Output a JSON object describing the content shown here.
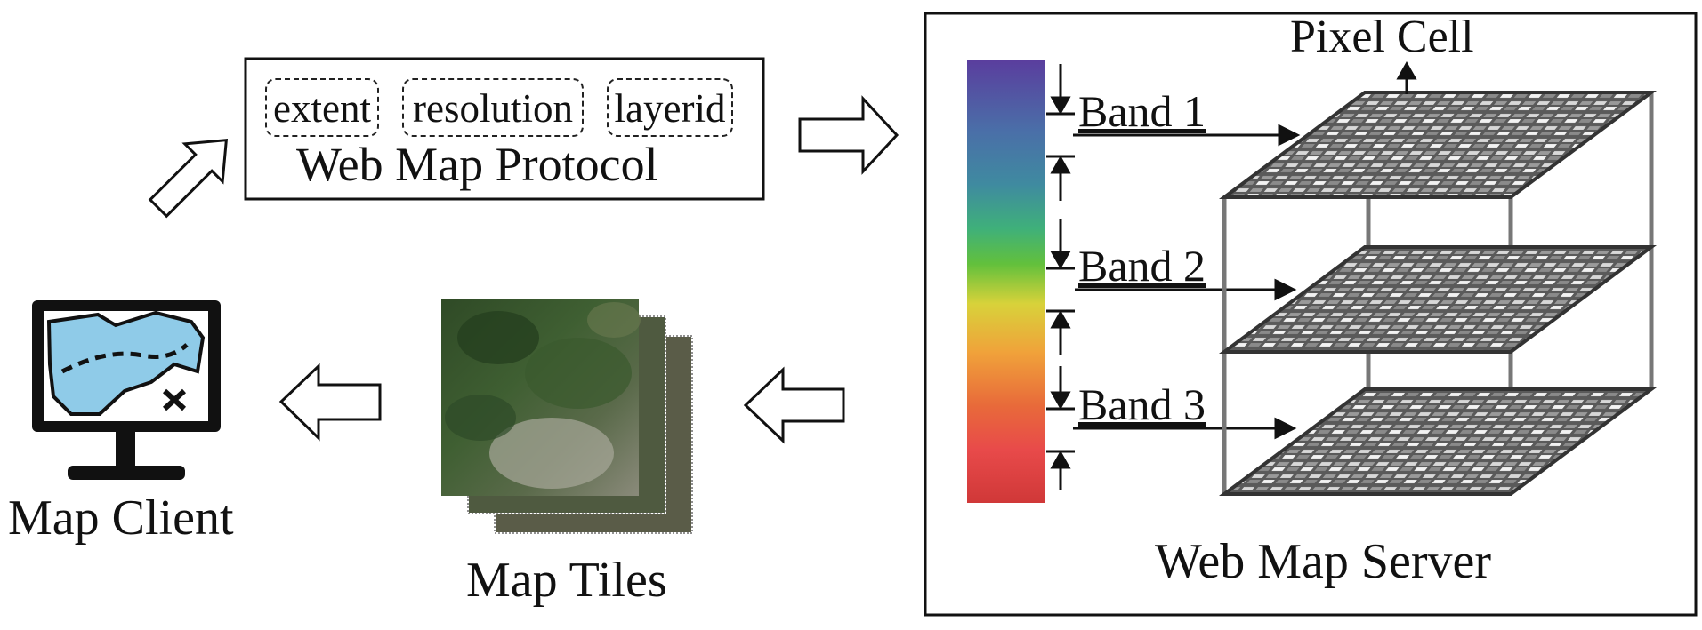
{
  "protocol": {
    "title": "Web Map Protocol",
    "params": [
      "extent",
      "resolution",
      "layerid"
    ]
  },
  "client": {
    "label": "Map Client"
  },
  "tiles": {
    "label": "Map Tiles"
  },
  "server": {
    "label": "Web Map Server",
    "pixel_cell_label": "Pixel Cell",
    "bands": [
      "Band 1",
      "Band 2",
      "Band 3"
    ],
    "spectrum_colors": [
      "#5a3e9e",
      "#4a6fa8",
      "#3f8aa0",
      "#3fb07a",
      "#62c03c",
      "#d8d23a",
      "#f0a23a",
      "#e86a3a",
      "#e84a4a",
      "#d03838"
    ]
  },
  "colors": {
    "stroke": "#111111",
    "screen": "#8fcbe8",
    "panel_fill": "#ffffff"
  }
}
